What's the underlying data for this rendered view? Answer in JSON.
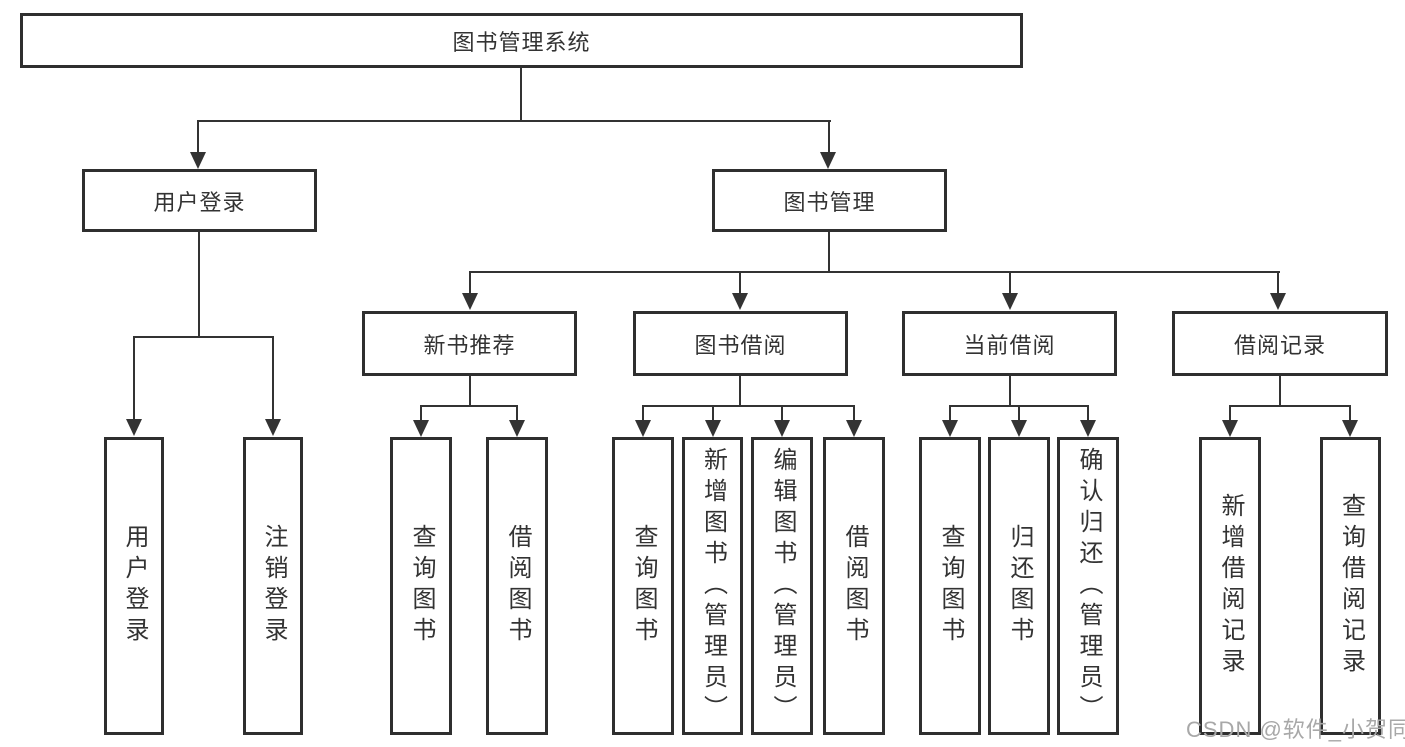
{
  "tree": {
    "root": {
      "label": "图书管理系统"
    },
    "branches": [
      {
        "label": "用户登录",
        "children": [
          {
            "label": "用户登录"
          },
          {
            "label": "注销登录"
          }
        ]
      },
      {
        "label": "图书管理",
        "children": [
          {
            "label": "新书推荐",
            "children": [
              {
                "label": "查询图书"
              },
              {
                "label": "借阅图书"
              }
            ]
          },
          {
            "label": "图书借阅",
            "children": [
              {
                "label": "查询图书"
              },
              {
                "label": "新增图书（管理员）"
              },
              {
                "label": "编辑图书（管理员）"
              },
              {
                "label": "借阅图书"
              }
            ]
          },
          {
            "label": "当前借阅",
            "children": [
              {
                "label": "查询图书"
              },
              {
                "label": "归还图书"
              },
              {
                "label": "确认归还（管理员）"
              }
            ]
          },
          {
            "label": "借阅记录",
            "children": [
              {
                "label": "新增借阅记录"
              },
              {
                "label": "查询借阅记录"
              }
            ]
          }
        ]
      }
    ]
  },
  "watermark": {
    "text": "CSDN @软件_小贺同学"
  },
  "colors": {
    "line": "#333333",
    "border": "#2f2f2f",
    "text": "#333333",
    "watermark": "#a8a8a8",
    "background": "#ffffff"
  }
}
